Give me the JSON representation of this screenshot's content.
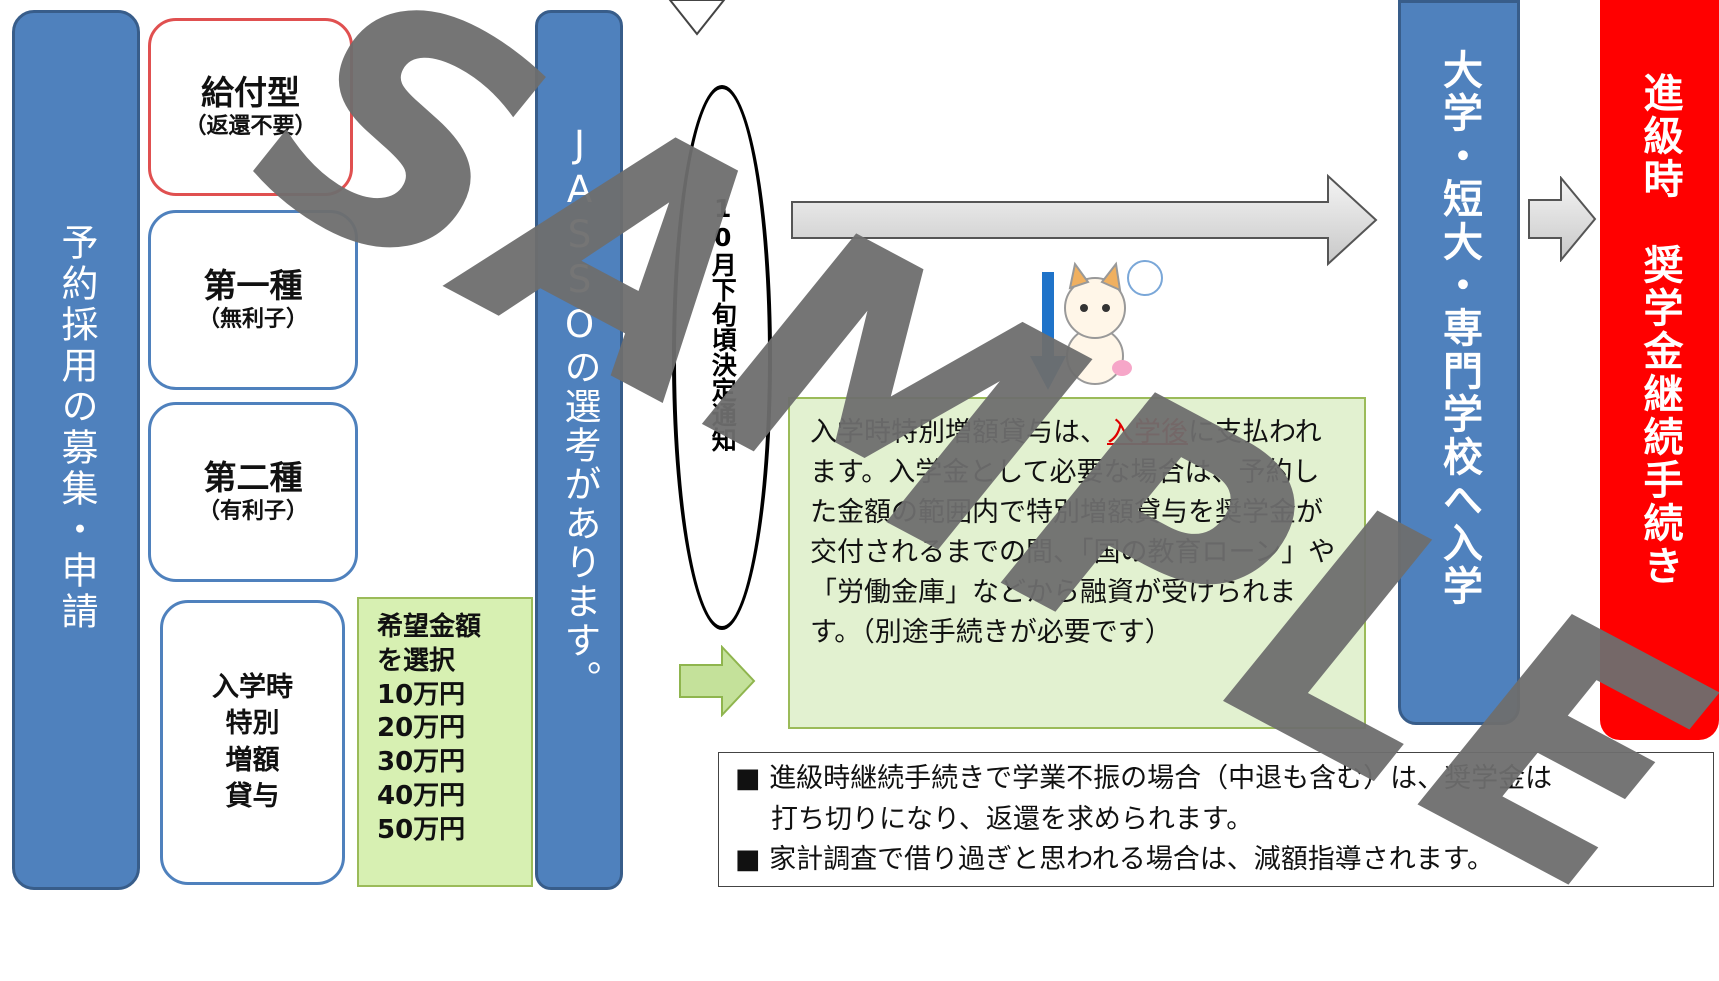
{
  "left_bar": {
    "text": "予約採用の募集・申請"
  },
  "categories": [
    {
      "title": "給付型",
      "sub": "（返還不要）"
    },
    {
      "title": "第一種",
      "sub": "（無利子）"
    },
    {
      "title": "第二種",
      "sub": "（有利子）"
    },
    {
      "title": "入学時特別増額貸与",
      "lines": [
        "入学時",
        "特別",
        "増額",
        "貸与"
      ]
    }
  ],
  "amount_box": {
    "header": [
      "希望金額",
      "を選択"
    ],
    "amounts": [
      "10万円",
      "20万円",
      "30万円",
      "40万円",
      "50万円"
    ]
  },
  "jasso_bar": {
    "text": "JASSOの選考があります。"
  },
  "decision": {
    "text": "10月下旬頃決定通知"
  },
  "info_box": {
    "part1": "入学時特別増額貸与は、",
    "highlight": "入学後",
    "part2": "に支払われます。入学金として必要な場合は、予約した金額の範囲内で特別増額貸与を奨学金が交付されるまでの間、「国の教育ローン」や「労働金庫」などから融資が受けられます。（別途手続きが必要です）"
  },
  "univ_bar": {
    "text": "大学・短大・専門学校へ入学"
  },
  "progress_bar": {
    "text": "進級時　奨学金継続手続き"
  },
  "notes": [
    {
      "line1": "■ 進級時継続手続きで学業不振の場合（中退も含む）は、奨学金は",
      "line2": "打ち切りになり、返還を求められます。"
    },
    {
      "line1": "■ 家計調査で借り過ぎと思われる場合は、減額指導されます。"
    }
  ],
  "watermark": {
    "text": "SAMPLE"
  },
  "colors": {
    "blue": "#4f81bd",
    "red_accent": "#ff0000",
    "green_box": "#e2f1d0",
    "amount_box": "#d7f0b2"
  }
}
